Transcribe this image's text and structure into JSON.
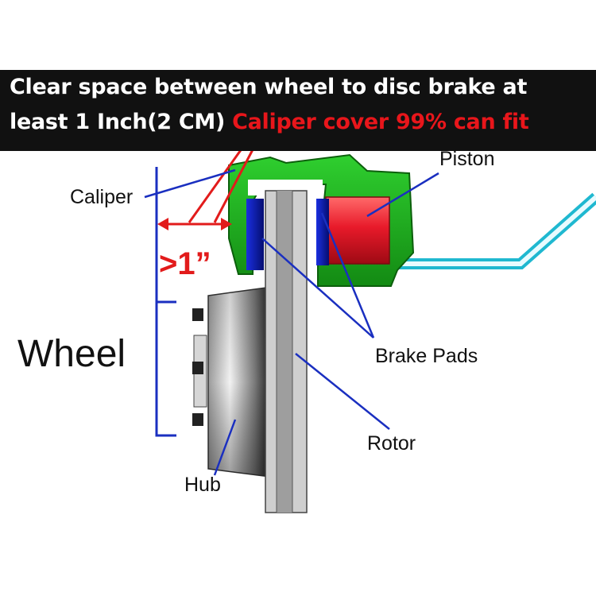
{
  "headline": {
    "line1": "Clear space between wheel to disc brake at",
    "line2_white": "least 1 Inch(2 CM) ",
    "line2_red": "Caliper cover 99% can fit"
  },
  "labels": {
    "caliper": "Caliper",
    "piston": "Piston",
    "brake_pads": "Brake Pads",
    "rotor": "Rotor",
    "hub": "Hub",
    "wheel": "Wheel",
    "gap": ">1”"
  },
  "colors": {
    "caliper": "#1aa81a",
    "piston": "#e01a2a",
    "pads": "#0b1fc4",
    "rotor": "#b9b9b9",
    "leader": "#1a2fc0",
    "measure": "#e21b1b",
    "brake_line": "#1fb8d0"
  }
}
